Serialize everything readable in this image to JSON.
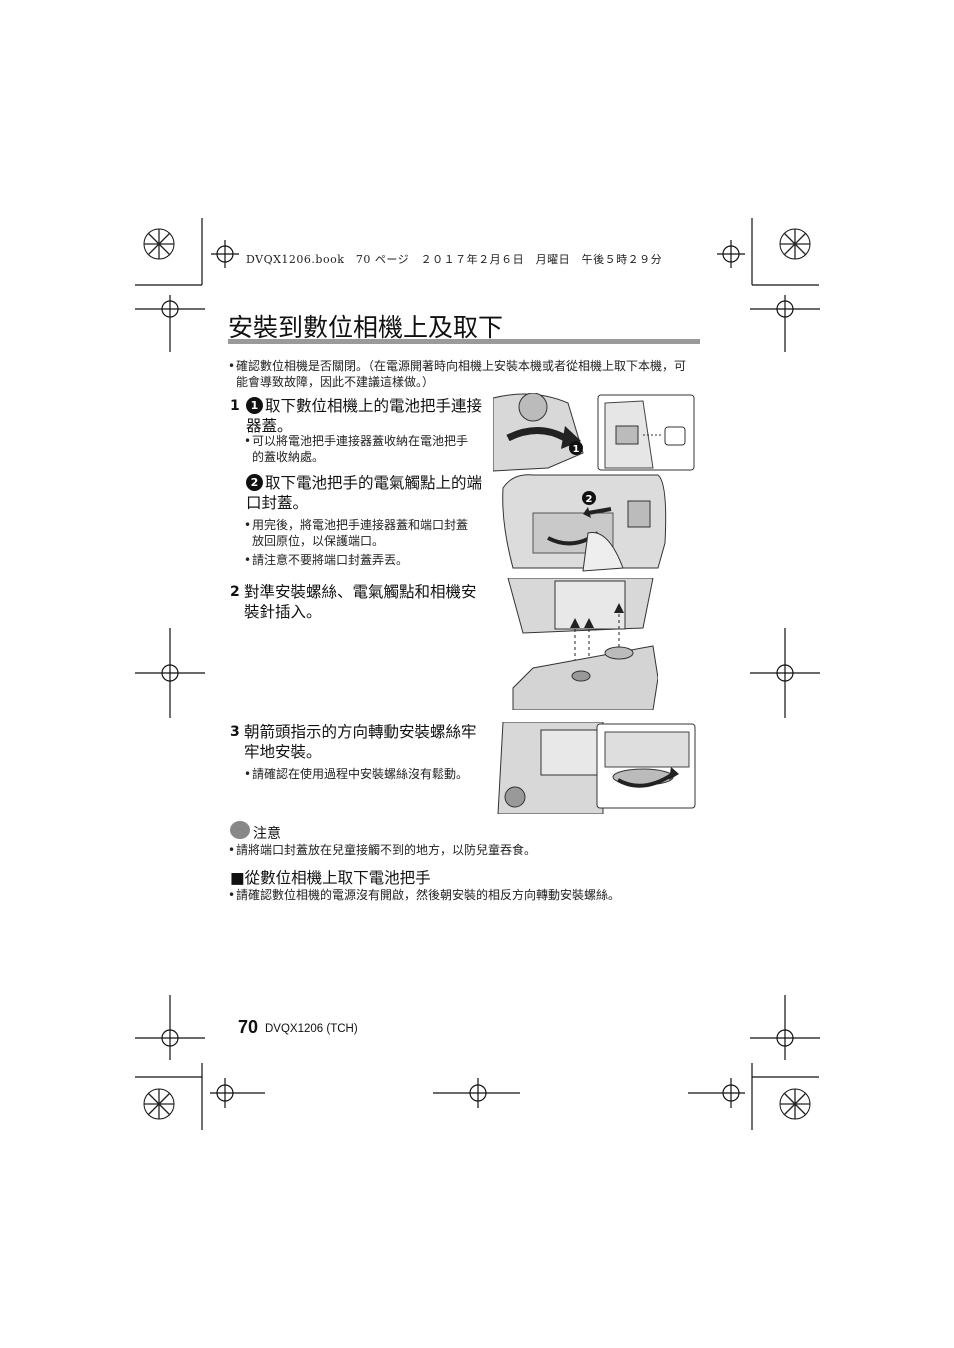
{
  "header": "DVQX1206.book　70 ページ　２０１７年２月６日　月曜日　午後５時２９分",
  "title": "安裝到數位相機上及取下",
  "intro": "確認數位相機是否關閉。（在電源開著時向相機上安裝本機或者從相機上取下本機，可能會導致故障，因此不建議這樣做。）",
  "steps": [
    {
      "number": "1",
      "sub1_marker": "1",
      "sub1_text": "取下數位相機上的電池把手連接器蓋。",
      "sub1_bullet": "可以將電池把手連接器蓋收納在電池把手的蓋收納處。",
      "sub2_marker": "2",
      "sub2_text": "取下電池把手的電氣觸點上的端口封蓋。",
      "sub2_bullets": [
        "用完後，將電池把手連接器蓋和端口封蓋放回原位，以保護端口。",
        "請注意不要將端口封蓋弄丟。"
      ]
    },
    {
      "number": "2",
      "text": "對準安裝螺絲、電氣觸點和相機安裝針插入。"
    },
    {
      "number": "3",
      "text": "朝箭頭指示的方向轉動安裝螺絲牢牢地安裝。",
      "bullet": "請確認在使用過程中安裝螺絲沒有鬆動。"
    }
  ],
  "note": {
    "label": "注意",
    "text": "請將端口封蓋放在兒童接觸不到的地方，以防兒童吞食。"
  },
  "remove": {
    "title": "■從數位相機上取下電池把手",
    "text": "請確認數位相機的電源沒有開啟，然後朝安裝的相反方向轉動安裝螺絲。"
  },
  "figure_markers": [
    "1",
    "2"
  ],
  "footer": {
    "page": "70",
    "code": "DVQX1206 (TCH)"
  }
}
